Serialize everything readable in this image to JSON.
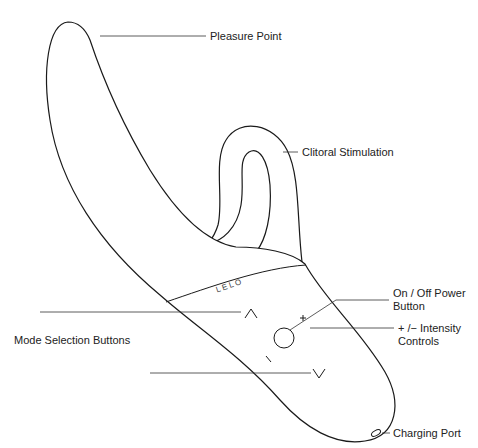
{
  "diagram": {
    "labels": [
      "Pleasure Point",
      "Clitoral Stimulation",
      "LELO",
      "On / Off Power Button",
      "+ /− Intensity Controls",
      "Mode Selection Buttons",
      "Charging Port"
    ]
  }
}
